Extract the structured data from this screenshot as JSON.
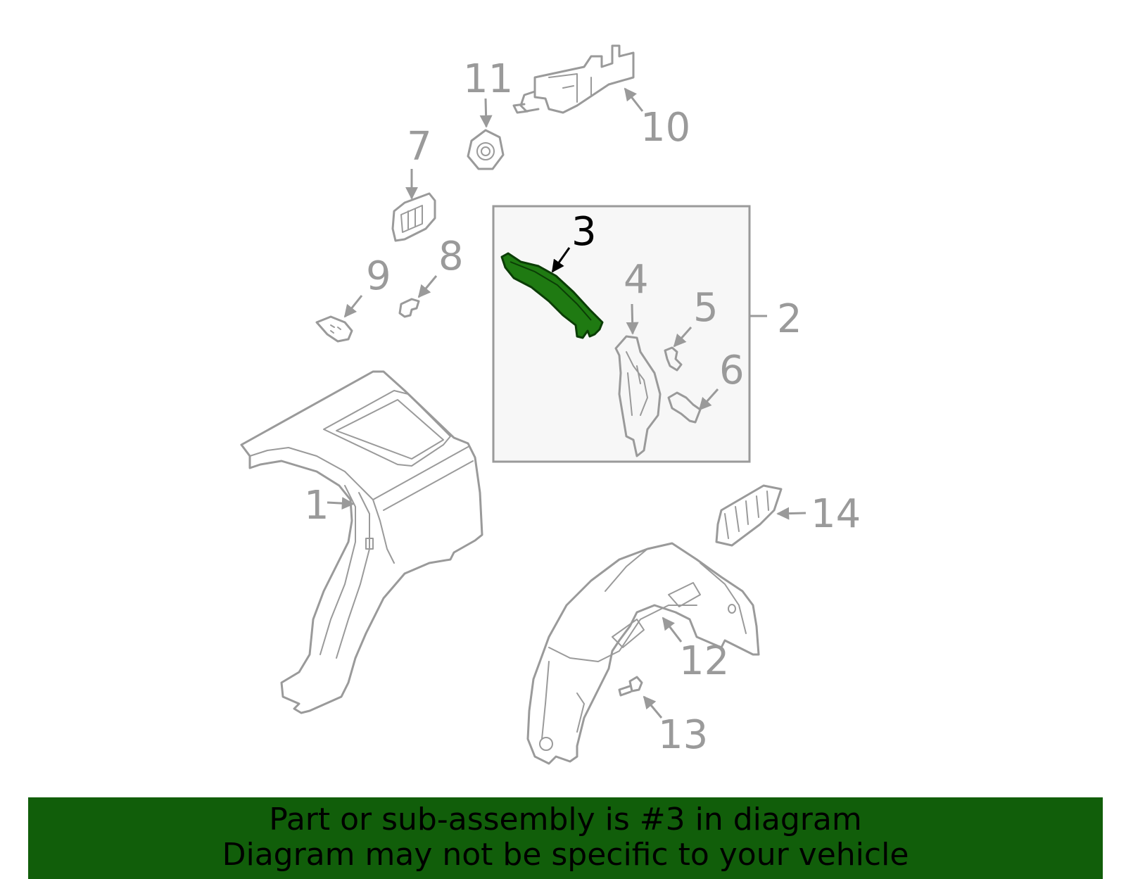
{
  "banner": {
    "line1": "Part or sub-assembly is #3 in diagram",
    "line2": "Diagram may not be specific to your vehicle"
  },
  "callouts": [
    "1",
    "2",
    "3",
    "4",
    "5",
    "6",
    "7",
    "8",
    "9",
    "10",
    "11",
    "12",
    "13",
    "14"
  ],
  "highlighted_part": "3",
  "colors": {
    "line_gray": "#9a9a9a",
    "highlight_fill": "#1f7a12",
    "banner_green": "#115e0a",
    "subassembly_box_fill": "#f7f7f7"
  }
}
